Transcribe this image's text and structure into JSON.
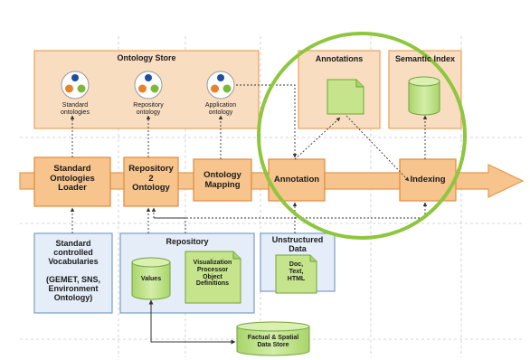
{
  "ontology_store": {
    "title": "Ontology Store",
    "standard": "Standard\nontologies",
    "repository": "Repository\nontology",
    "application": "Application\nontology"
  },
  "annotations": {
    "title": "Annotations"
  },
  "semantic_index": {
    "title": "Semantic Index"
  },
  "pipeline": {
    "loader": "Standard\nOntologies\nLoader",
    "repo2onto": "Repository\n2\nOntology",
    "mapping": "Ontology\nMapping",
    "annotation": "Annotation",
    "indexing": "Indexing"
  },
  "bottom": {
    "vocab": "Standard\ncontrolled\nVocabularies\n\n(GEMET, SNS,\nEnvironment\nOntology)",
    "repository_title": "Repository",
    "values": "Values",
    "viz": "Visualization\nProcessor\nObject\nDefinitions",
    "unstructured_title": "Unstructured\nData",
    "doc_types": "Doc,\nText,\nHTML",
    "factual": "Factual & Spatial\nData Store"
  },
  "colors": {
    "panel_fill": "#f9ddc0",
    "panel_border": "#e9a25a",
    "blue_fill": "#e5eef8",
    "blue_border": "#7c9cc4",
    "green_fill": "#c6e48c",
    "green_border": "#72a23a",
    "highlight_circle": "#8ec63f"
  }
}
